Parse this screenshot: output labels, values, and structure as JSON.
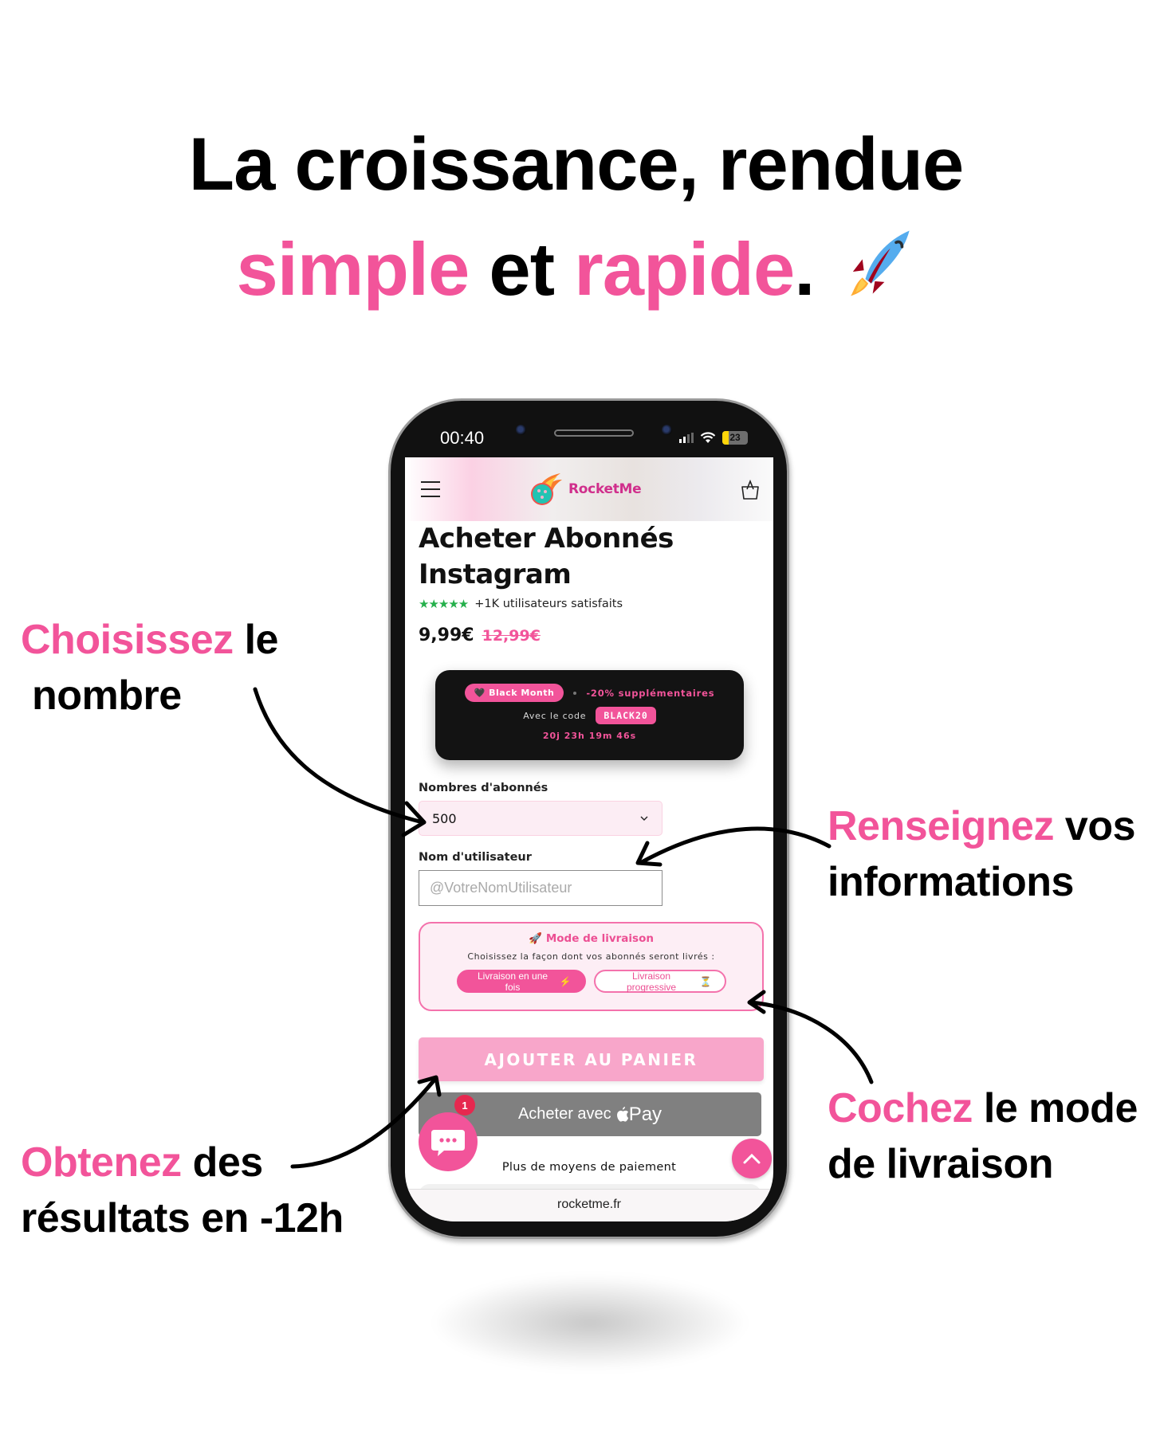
{
  "hero": {
    "line1": "La croissance, rendue",
    "word_simple": "simple",
    "word_et": " et ",
    "word_rapide": "rapide",
    "period": ".",
    "emoji": "rocket-icon"
  },
  "annotations": {
    "choose": {
      "highlight": "Choisissez",
      "rest": " le",
      "line2": " nombre"
    },
    "info": {
      "highlight": "Renseignez",
      "rest": " vos",
      "line2": "informations"
    },
    "delivery": {
      "highlight": "Cochez",
      "rest": " le mode",
      "line2": "de livraison"
    },
    "results": {
      "highlight": "Obtenez",
      "rest": " des",
      "line2": "résultats en -12h"
    }
  },
  "phone": {
    "status": {
      "time": "00:40",
      "battery": "23"
    },
    "nav": {
      "brand": "RocketMe"
    },
    "product": {
      "title_line1": "Acheter Abonnés",
      "title_line2": "Instagram",
      "stars": "★★★★★",
      "rating_text": "+1K utilisateurs satisfaits",
      "price": "9,99€",
      "old_price": "12,99€"
    },
    "promo": {
      "badge": "🖤 Black Month",
      "extra": "-20% supplémentaires",
      "code_label": "Avec le code",
      "code": "BLACK20",
      "timer": "20j 23h 19m 46s"
    },
    "form": {
      "quantity_label": "Nombres d'abonnés",
      "quantity_value": "500",
      "username_label": "Nom d'utilisateur",
      "username_placeholder": "@VotreNomUtilisateur",
      "username_value": ""
    },
    "delivery": {
      "title": "Mode de livraison",
      "subtitle": "Choisissez la façon dont vos abonnés seront livrés :",
      "options": [
        {
          "label": "Livraison en une fois",
          "icon": "⚡",
          "selected": true
        },
        {
          "label": "Livraison progressive",
          "icon": "⏳",
          "selected": false
        }
      ]
    },
    "actions": {
      "add_to_cart": "AJOUTER AU PANIER",
      "applepay_prefix": "Acheter avec",
      "applepay_brand": "Pay",
      "more_payment": "Plus de moyens de paiement"
    },
    "chat": {
      "badge_count": "1"
    },
    "url": "rocketme.fr"
  },
  "colors": {
    "accent_pink": "#f2549a",
    "light_pink_button": "#f8a6ca",
    "applepay_gray": "#808080",
    "promo_bg": "#131313",
    "star_green": "#24b04b"
  }
}
